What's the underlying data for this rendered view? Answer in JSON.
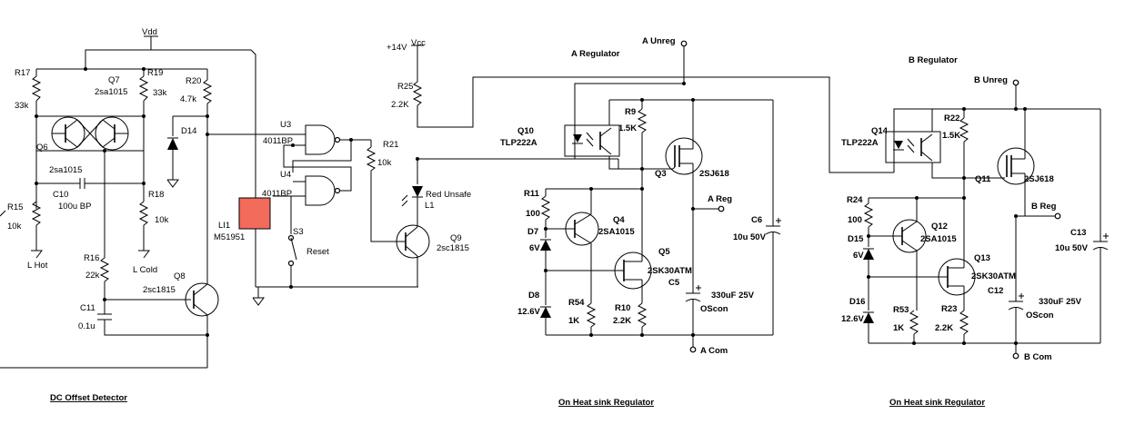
{
  "sections": {
    "dc_offset": "DC Offset Detector",
    "regA_caption": "On Heat sink Regulator",
    "regB_caption": "On Heat sink Regulator",
    "regA_title": "A Regulator",
    "regB_title": "B Regulator"
  },
  "rails": {
    "vdd": "Vdd",
    "vcc": "Vcc",
    "v14": "+14V",
    "a_unreg": "A Unreg",
    "a_reg": "A Reg",
    "a_com": "A Com",
    "b_unreg": "B Unreg",
    "b_reg": "B Reg",
    "b_com": "B Com",
    "l_hot": "L Hot",
    "l_cold": "L Cold"
  },
  "detector": {
    "r17": "R17",
    "r17_val": "33k",
    "r19": "R19",
    "r19_val": "33k",
    "q7": "Q7",
    "q7_part": "2sa1015",
    "q6": "Q6",
    "q6_part": "2sa1015",
    "r20": "R20",
    "r20_val": "4.7k",
    "d14": "D14",
    "r15": "R15",
    "r15_val": "10k",
    "c10": "C10",
    "c10_val": "100u BP",
    "r18": "R18",
    "r18_val": "10k",
    "r16": "R16",
    "r16_val": "22k",
    "q8": "Q8",
    "q8_part": "2sc1815",
    "c11": "C11",
    "c11_val": "0.1u"
  },
  "logic": {
    "u3": "U3",
    "u3_part": "4011BP",
    "u4": "U4",
    "u4_part": "4011BP",
    "r21": "R21",
    "r21_val": "10k",
    "li1": "LI1",
    "li1_part": "M51951",
    "s3": "S3",
    "s3_label": "Reset",
    "r25": "R25",
    "r25_val": "2.2K",
    "led_label": "Red Unsafe",
    "l1": "L1",
    "q9": "Q9",
    "q9_part": "2sc1815"
  },
  "regA": {
    "q10": "Q10",
    "q10_part": "TLP222A",
    "r9": "R9",
    "r9_val": "1.5K",
    "q3": "Q3",
    "q3_part": "2SJ618",
    "r11": "R11",
    "r11_val": "100",
    "q4": "Q4",
    "q4_part": "2SA1015",
    "d7": "D7",
    "d7_val": "6V",
    "q5": "Q5",
    "q5_part": "2SK30ATM",
    "c5": "C5",
    "c5_val": "330uF 25V",
    "c5_type": "OScon",
    "c6": "C6",
    "c6_val": "10u 50V",
    "d8": "D8",
    "d8_val": "12.6V",
    "r54": "R54",
    "r54_val": "1K",
    "r10": "R10",
    "r10_val": "2.2K"
  },
  "regB": {
    "q14": "Q14",
    "q14_part": "TLP222A",
    "r22": "R22",
    "r22_val": "1.5K",
    "q11": "Q11",
    "q11_part": "2SJ618",
    "r24": "R24",
    "r24_val": "100",
    "q12": "Q12",
    "q12_part": "2SA1015",
    "d15": "D15",
    "d15_val": "6V",
    "q13": "Q13",
    "q13_part": "2SK30ATM",
    "c12": "C12",
    "c12_val": "330uF 25V",
    "c12_type": "OScon",
    "c13": "C13",
    "c13_val": "10u 50V",
    "d16": "D16",
    "d16_val": "12.6V",
    "r53": "R53",
    "r53_val": "1K",
    "r23": "R23",
    "r23_val": "2.2K"
  },
  "colors": {
    "li1_fill": "#f26b5b",
    "wire": "#000000"
  }
}
